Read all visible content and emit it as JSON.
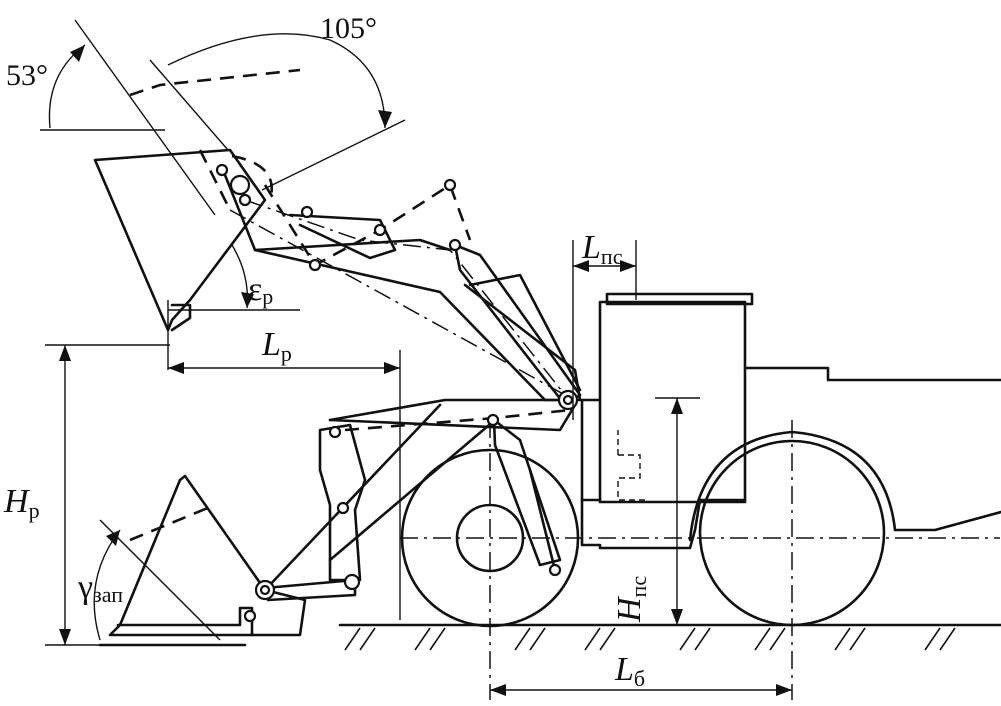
{
  "labels": {
    "angle_tilt": "53°",
    "angle_bucket": "105°",
    "eps_main": "ε",
    "eps_sub": "р",
    "lr_main": "L",
    "lr_sub": "р",
    "lps_main": "L",
    "lps_sub": "пс",
    "hr_main": "H",
    "hr_sub": "р",
    "hps_main": "H",
    "hps_sub": "пс",
    "gamma_main": "γ",
    "gamma_sub": "зап",
    "lb_main": "L",
    "lb_sub": "б"
  }
}
